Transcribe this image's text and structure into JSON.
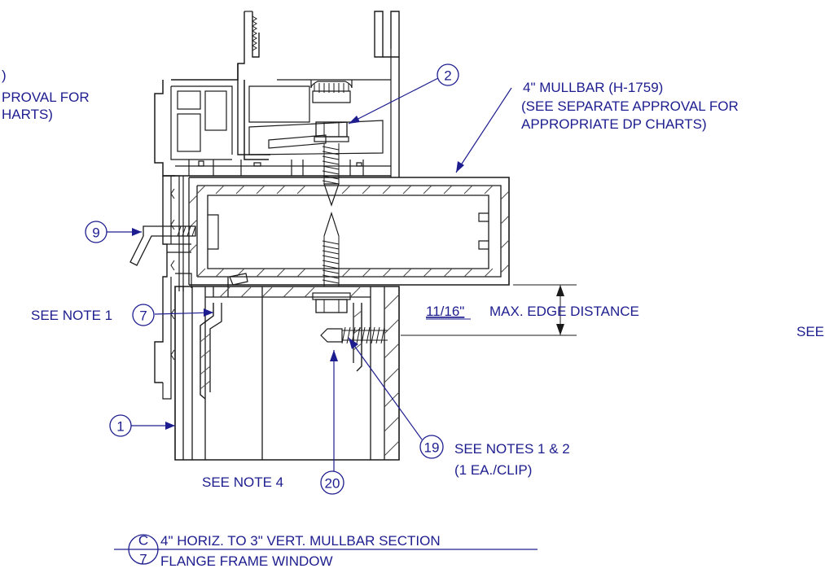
{
  "labels": {
    "left_cut_1": ")",
    "left_cut_2": "PROVAL FOR",
    "left_cut_3": "HARTS)",
    "right_cut": "SEE",
    "mullbar_1": "4\" MULLBAR (H-1759)",
    "mullbar_2": "(SEE SEPARATE APPROVAL FOR",
    "mullbar_3": "APPROPRIATE DP CHARTS)",
    "see_note_1": "SEE NOTE 1",
    "edge_value": "11/16\"",
    "edge_text": "MAX. EDGE DISTANCE",
    "see_notes_1_2": "SEE NOTES 1 & 2",
    "each_clip": "(1 EA./CLIP)",
    "see_note_4": "SEE NOTE 4",
    "section_letter": "C",
    "section_sheet": "7",
    "title_1": "4\" HORIZ. TO 3\" VERT. MULLBAR SECTION",
    "title_2": "FLANGE FRAME WINDOW"
  },
  "callouts": {
    "c1": "1",
    "c2": "2",
    "c7": "7",
    "c9": "9",
    "c19": "19",
    "c20": "20"
  },
  "colors": {
    "line": "#1a1a1a",
    "annotation": "#1d1d8f",
    "background": "#ffffff"
  }
}
